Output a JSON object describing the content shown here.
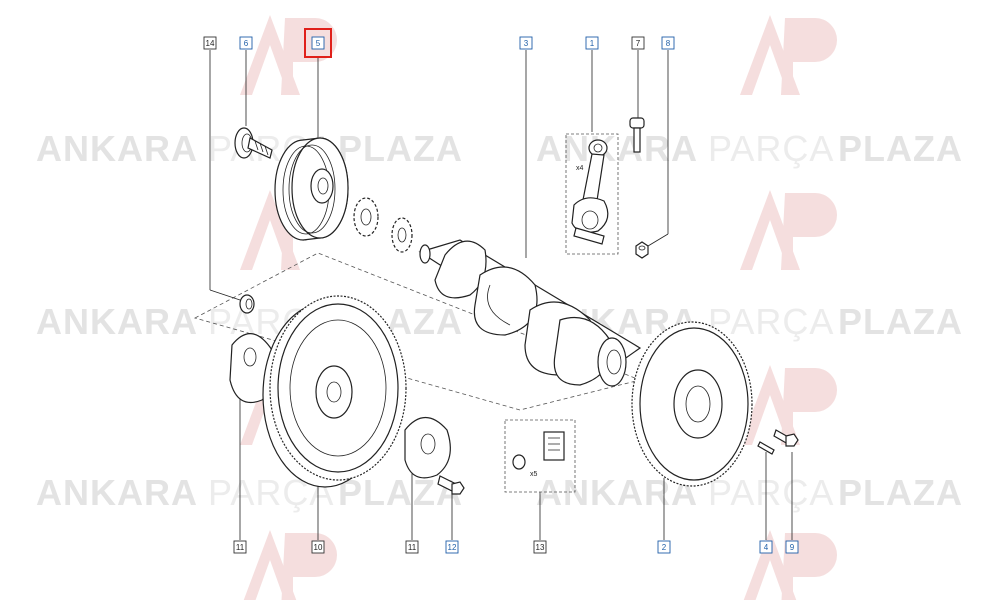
{
  "watermark": {
    "word1": "ANKARA",
    "word2": "PARÇA",
    "word3": "PLAZA",
    "logo_letters": "AP",
    "colors": {
      "bold": "#e4e4e4",
      "light": "#eeeeee",
      "logo": "#f6e0e0"
    }
  },
  "callouts": [
    {
      "id": "c14",
      "number": "14",
      "style": "plain"
    },
    {
      "id": "c6a",
      "number": "6",
      "style": "blue"
    },
    {
      "id": "c5",
      "number": "5",
      "style": "blue",
      "highlighted": true
    },
    {
      "id": "c3",
      "number": "3",
      "style": "blue"
    },
    {
      "id": "c1",
      "number": "1",
      "style": "blue"
    },
    {
      "id": "c7",
      "number": "7",
      "style": "plain"
    },
    {
      "id": "c8",
      "number": "8",
      "style": "blue"
    },
    {
      "id": "c11a",
      "number": "11",
      "style": "plain"
    },
    {
      "id": "c10",
      "number": "10",
      "style": "plain"
    },
    {
      "id": "c11b",
      "number": "11",
      "style": "plain"
    },
    {
      "id": "c12",
      "number": "12",
      "style": "blue"
    },
    {
      "id": "c13",
      "number": "13",
      "style": "plain"
    },
    {
      "id": "c2",
      "number": "2",
      "style": "blue"
    },
    {
      "id": "c4",
      "number": "4",
      "style": "blue"
    },
    {
      "id": "c9",
      "number": "9",
      "style": "blue"
    }
  ],
  "annotations": {
    "rod_qty": "x4",
    "kit_qty": "x5"
  },
  "colors": {
    "blue_box": "#1f5fa8",
    "highlight": "#e0201a",
    "line": "#222222"
  }
}
